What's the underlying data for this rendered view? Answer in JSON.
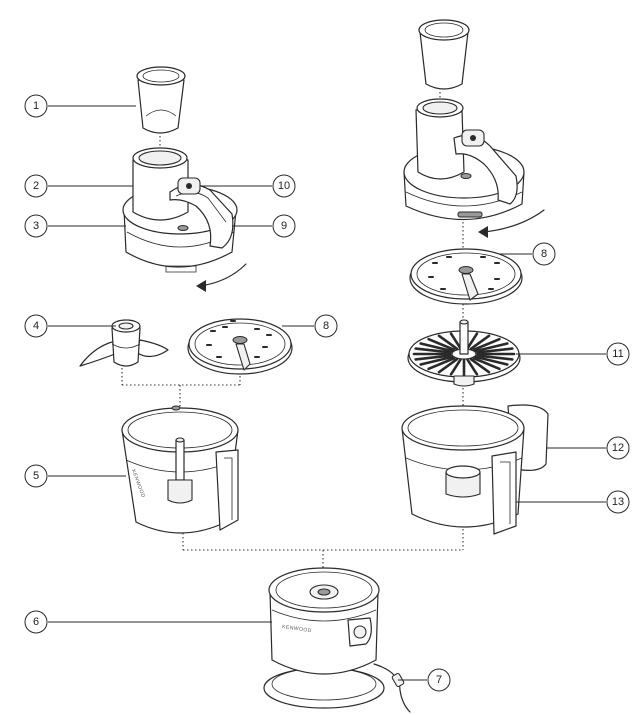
{
  "callouts": [
    {
      "number": "1"
    },
    {
      "number": "2"
    },
    {
      "number": "3"
    },
    {
      "number": "4"
    },
    {
      "number": "5"
    },
    {
      "number": "6"
    },
    {
      "number": "7"
    },
    {
      "number": "8"
    },
    {
      "number": "8"
    },
    {
      "number": "9"
    },
    {
      "number": "10"
    },
    {
      "number": "11"
    },
    {
      "number": "12"
    },
    {
      "number": "13"
    }
  ],
  "brand_text": "KENWOOD"
}
